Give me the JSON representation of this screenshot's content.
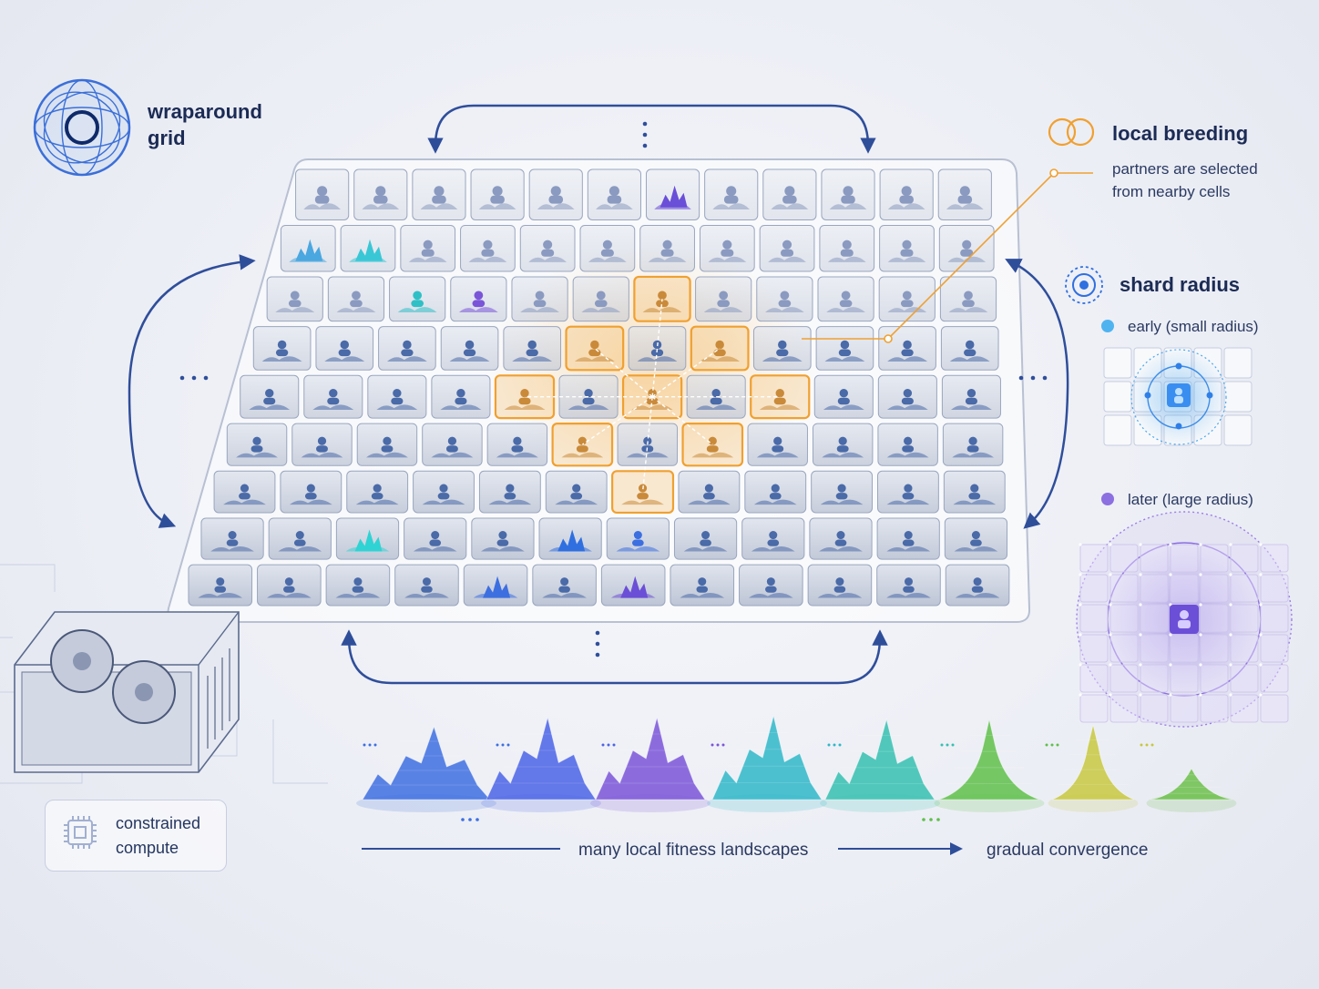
{
  "legend": {
    "wraparound": {
      "line1": "wraparound",
      "line2": "grid"
    },
    "local_breeding": {
      "title": "local breeding",
      "desc_line1": "partners are selected",
      "desc_line2": "from nearby cells"
    },
    "shard_radius": {
      "title": "shard radius",
      "early": "early (small radius)",
      "later": "later (large radius)"
    }
  },
  "compute": {
    "line1": "constrained",
    "line2": "compute"
  },
  "bottom": {
    "left_label": "many local fitness landscapes",
    "right_label": "gradual convergence"
  },
  "grid": {
    "rows": 9,
    "cols": 12
  },
  "colors": {
    "breeding_accent": "#f0a030",
    "early_dot": "#4fb3f0",
    "later_dot": "#8c6fe0",
    "arrow": "#2f4e9a",
    "landscapes": [
      "#3d6fe0",
      "#4a63e6",
      "#7a55d8",
      "#2fb7c8",
      "#35c0b0",
      "#5fc04a",
      "#c8c840",
      "#6cbf4a"
    ]
  },
  "icons": [
    "wraparound-torus-icon",
    "local-breeding-rings-icon",
    "shard-radius-target-icon",
    "gpu-card-icon",
    "chip-icon",
    "person-icon",
    "fitness-peak-icon"
  ]
}
